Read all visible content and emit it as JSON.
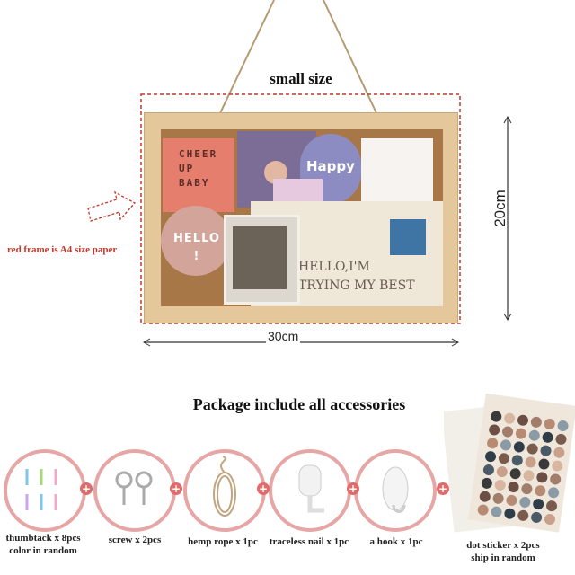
{
  "product": {
    "size_title": "small size",
    "height_label": "20cm",
    "width_label": "30cm",
    "a4_note": "red frame is A4 size paper",
    "board_texts": {
      "cheer": "CHEER\nUP\nBABY",
      "happy": "Happy",
      "hello": "HELLO\n!",
      "trying": "HELLO,I'M\nTRYING MY BEST"
    },
    "accent_color": "#c0392b"
  },
  "accessories": {
    "title": "Package include all accessories",
    "items": [
      {
        "label": "thumbtack x 8pcs",
        "sub": "color in random",
        "icon": "thumbtack-icon"
      },
      {
        "label": "screw x 2pcs",
        "icon": "screw-icon"
      },
      {
        "label": "hemp rope x 1pc",
        "icon": "rope-icon"
      },
      {
        "label": "traceless nail x 1pc",
        "icon": "nail-icon"
      },
      {
        "label": "a hook x 1pc",
        "icon": "hook-icon"
      },
      {
        "label": "dot sticker x 2pcs",
        "sub": "ship in random",
        "icon": "dot-sticker-icon"
      }
    ]
  }
}
